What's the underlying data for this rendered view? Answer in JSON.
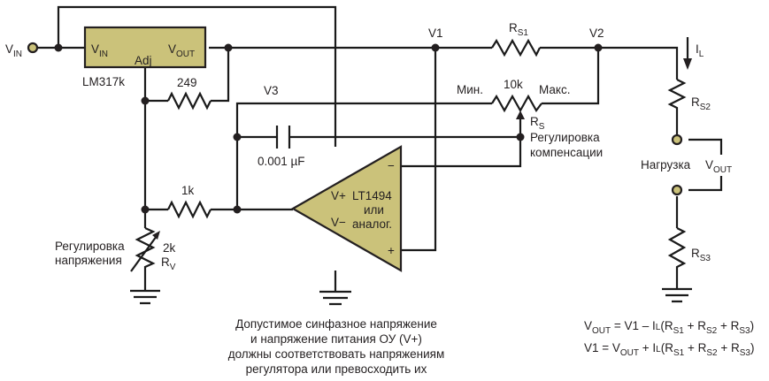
{
  "title": "Current-sensing feedback regulator schematic (LM317 + LT1494)",
  "colors": {
    "component_fill": "#cbc27a",
    "wire": "#1a1a1a"
  },
  "regulator": {
    "part": "LM317k",
    "pin_in": "V",
    "pin_in_sub": "IN",
    "pin_adj": "Adj",
    "pin_out": "V",
    "pin_out_sub": "OUT"
  },
  "input_label": {
    "main": "V",
    "sub": "IN"
  },
  "resistors": {
    "r249": "249",
    "r1k": "1k",
    "rv_value": "2k",
    "rv_name": "R",
    "rv_sub": "V",
    "rs1_name": "R",
    "rs1_sub": "S1",
    "rs2_name": "R",
    "rs2_sub": "S2",
    "rs3_name": "R",
    "rs3_sub": "S3",
    "rs_value": "10k",
    "rs_name": "R",
    "rs_sub": "S",
    "rs_min": "Мин.",
    "rs_max": "Макс."
  },
  "nodes": {
    "v1": "V1",
    "v2": "V2",
    "v3": "V3"
  },
  "capacitor": "0.001 µF",
  "opamp": {
    "line1": "LT1494",
    "line2": "или",
    "line3": "аналог.",
    "vplus": "V+",
    "vminus": "V−",
    "inv": "−",
    "noninv": "+"
  },
  "labels": {
    "comp_adjust_1": "Регулировка",
    "comp_adjust_2": "компенсации",
    "volt_adjust_1": "Регулировка",
    "volt_adjust_2": "напряжения",
    "load": "Нагрузка",
    "vout_main": "V",
    "vout_sub": "OUT",
    "il_main": "I",
    "il_sub": "L"
  },
  "note_lines": [
    "Допустимое синфазное напряжение",
    "и напряжение питания ОУ (V+)",
    "должны соответствовать напряжениям",
    "регулятора или превосходить их"
  ],
  "equations": {
    "eq1": {
      "lhs_main": "V",
      "lhs_sub": "OUT",
      "mid": " = V1 – I",
      "il_sub": "L",
      "open": "(R",
      "s1": "S1",
      "p1": " + R",
      "s2": "S2",
      "p2": " + R",
      "s3": "S3",
      "close": ")"
    },
    "eq2": {
      "lhs": "V1 = V",
      "vout_sub": "OUT",
      "mid": " + I",
      "il_sub": "L",
      "open": "(R",
      "s1": "S1",
      "p1": " + R",
      "s2": "S2",
      "p2": " + R",
      "s3": "S3",
      "close": ")"
    }
  }
}
